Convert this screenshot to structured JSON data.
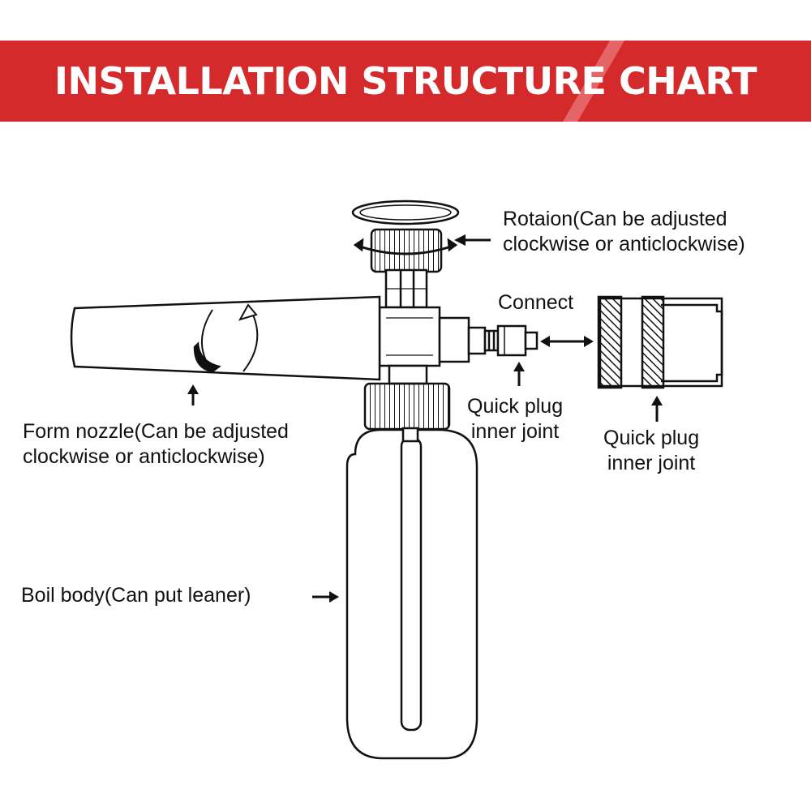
{
  "banner": {
    "title": "INSTALLATION STRUCTURE CHART",
    "background_color": "#d42a2c",
    "text_color": "#ffffff"
  },
  "labels": {
    "rotation": {
      "line1": "Rotaion(Can be adjusted",
      "line2": "clockwise or anticlockwise)"
    },
    "connect": "Connect",
    "quick_plug_left": {
      "line1": "Quick plug",
      "line2": "inner joint"
    },
    "quick_plug_right": {
      "line1": "Quick plug",
      "line2": "inner joint"
    },
    "form_nozzle": {
      "line1": "Form nozzle(Can be adjusted",
      "line2": "clockwise or anticlockwise)"
    },
    "boil_body": "Boil body(Can put leaner)"
  },
  "line_color": "#111111"
}
